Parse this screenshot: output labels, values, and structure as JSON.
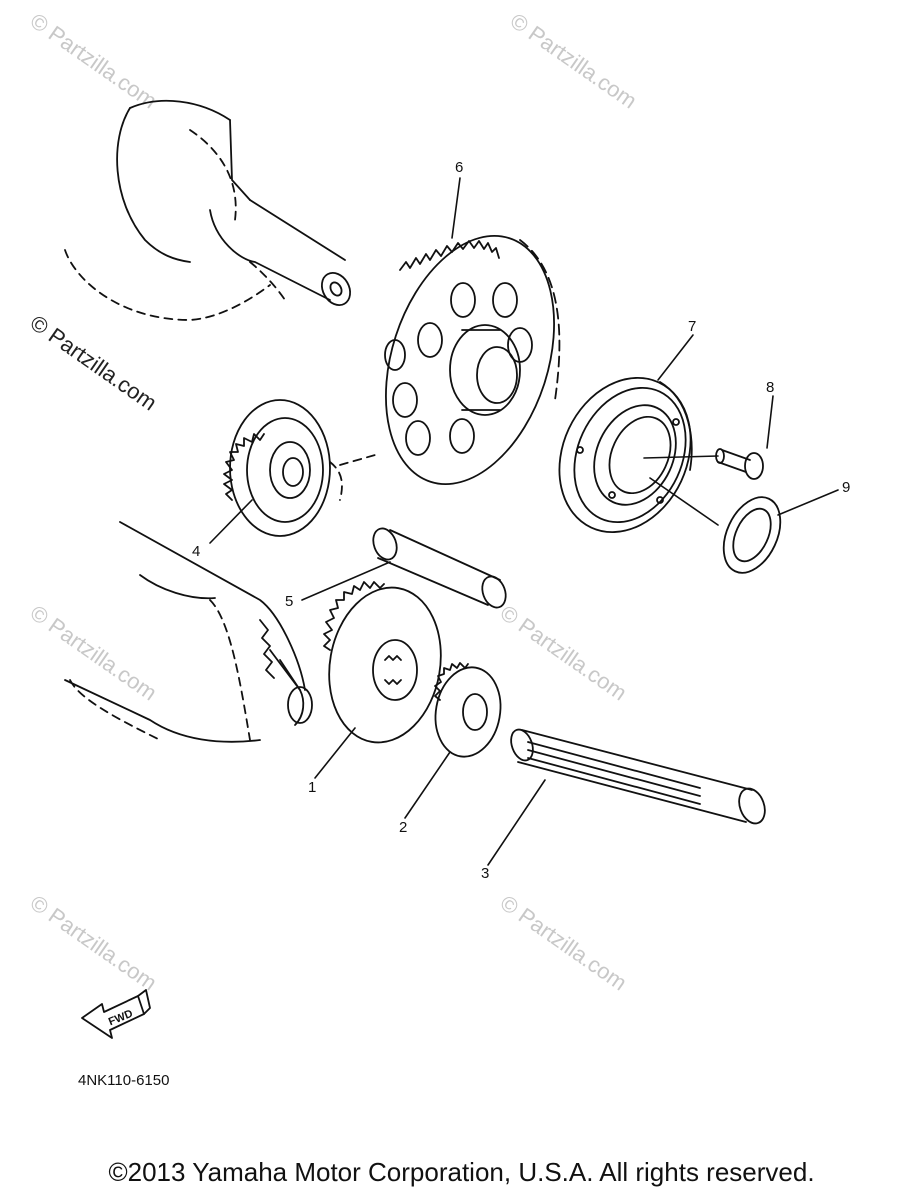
{
  "watermarks": {
    "text": "© Partzilla.com",
    "strong_text": "© Partzilla.com"
  },
  "callouts": [
    "1",
    "2",
    "3",
    "4",
    "5",
    "6",
    "7",
    "8",
    "9"
  ],
  "fwd_label": "FWD",
  "part_code": "4NK110-6150",
  "copyright": "©2013 Yamaha Motor Corporation, U.S.A. All rights reserved.",
  "colors": {
    "line": "#111111",
    "watermark": "#c8c8c8"
  }
}
